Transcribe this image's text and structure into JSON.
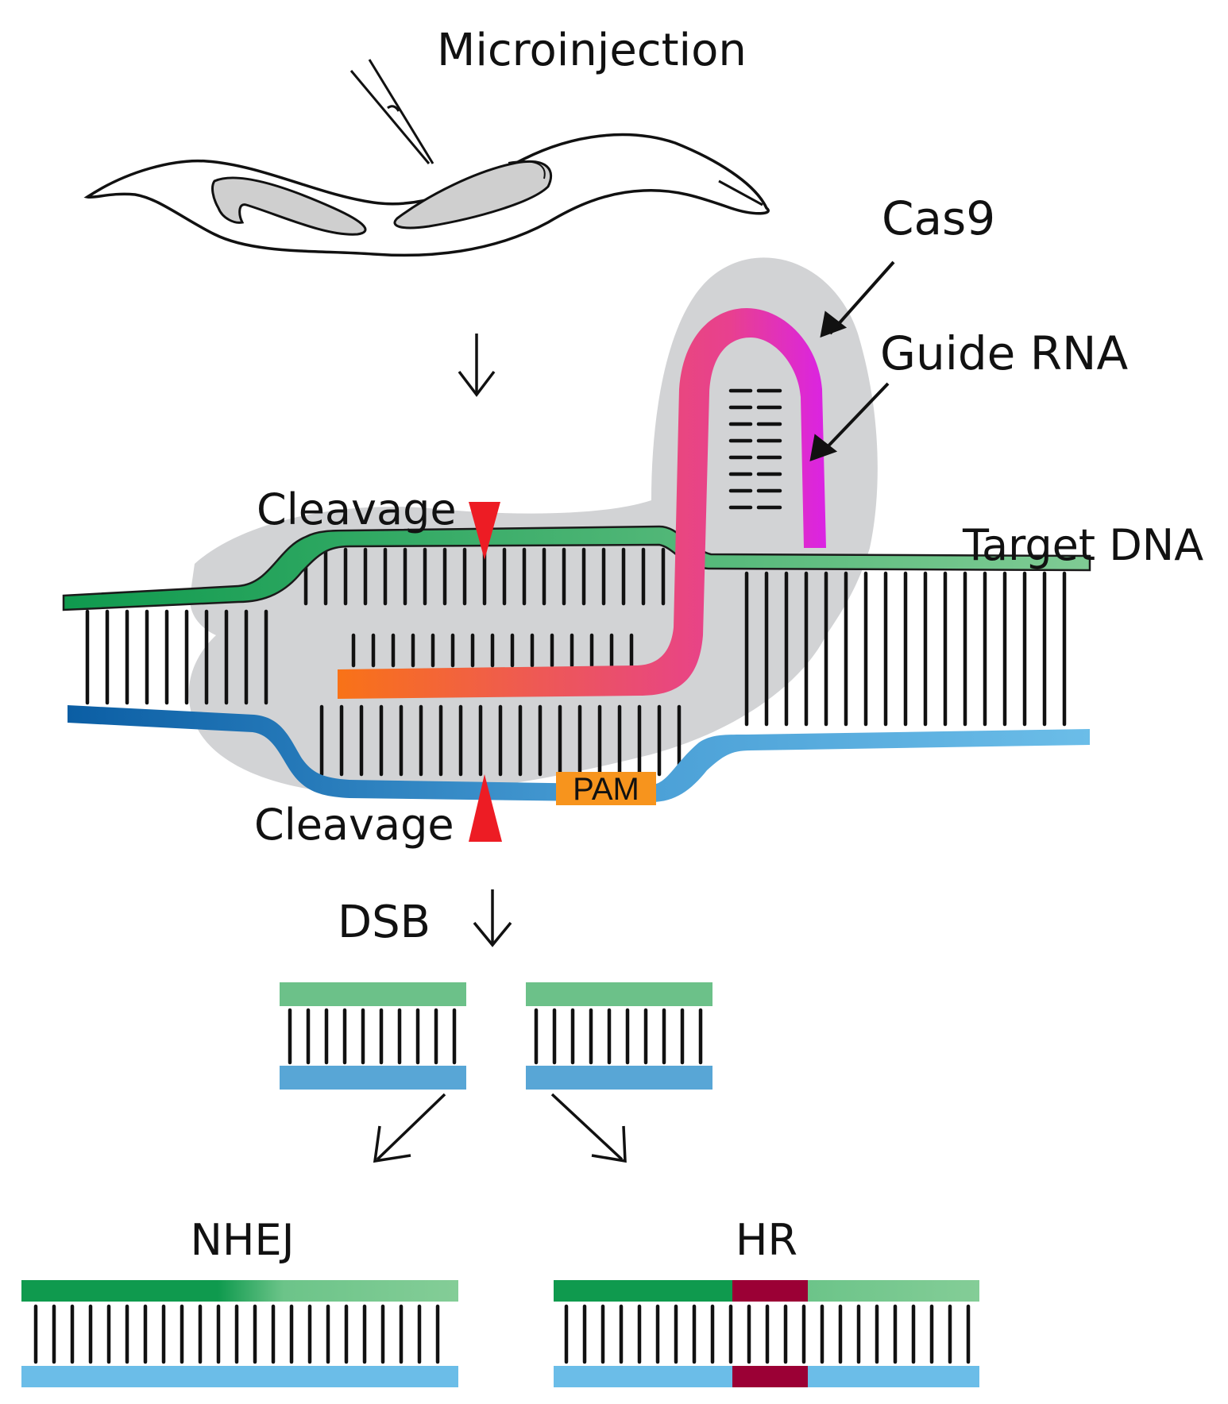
{
  "figure": {
    "labels": {
      "microinjection": "Microinjection",
      "cas9": "Cas9",
      "guide_rna": "Guide RNA",
      "target_dna": "Target DNA",
      "cleavage_top": "Cleavage",
      "cleavage_bottom": "Cleavage",
      "pam": "PAM",
      "dsb": "DSB",
      "nhej": "NHEJ",
      "hr": "HR"
    },
    "icons": {
      "organism": "c-elegans-worm-icon",
      "needle": "injection-needle-icon",
      "step_arrow": "down-arrow-icon",
      "branch_left": "arrow-down-left-icon",
      "branch_right": "arrow-down-right-icon",
      "cut_marker": "red-triangle-icon"
    },
    "colors": {
      "cas9_protein": "#d2d3d5",
      "strand_top_dark": "#0f9a4e",
      "strand_top_light": "#7fcb94",
      "strand_bottom_dark": "#0b5ea4",
      "strand_bottom_light": "#6bbde8",
      "guide_start": "#f97316",
      "guide_mid": "#e8408f",
      "guide_end": "#d81ef2",
      "cleavage": "#ed1c24",
      "pam": "#f7941d",
      "hr_insert": "#9b0035",
      "worm_gonad": "#cfcfcf"
    }
  }
}
